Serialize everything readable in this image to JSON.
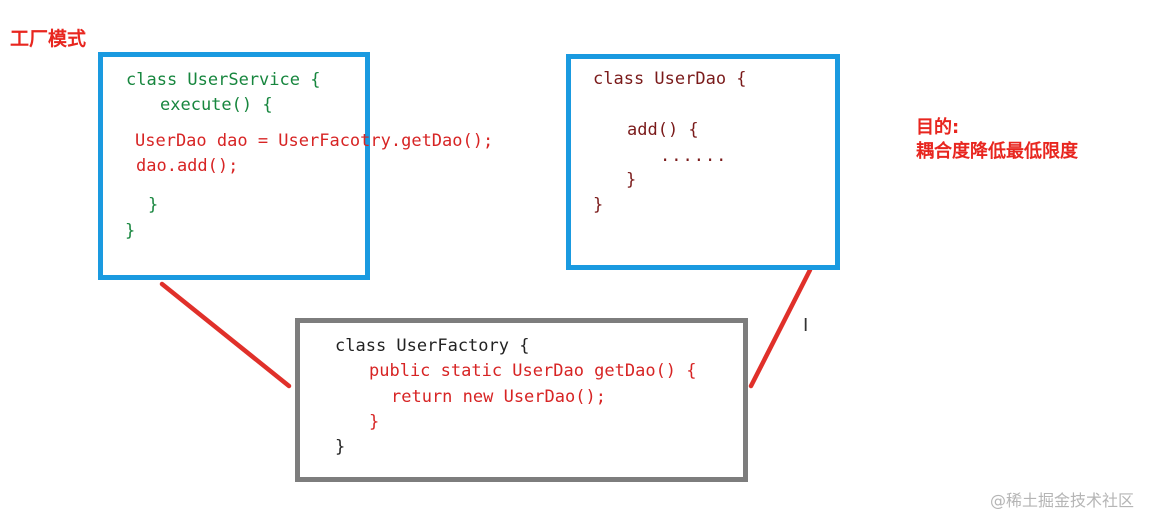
{
  "title": "工厂模式",
  "user_service": {
    "line1": "class UserService {",
    "line2": "execute() {",
    "line3": "UserDao dao = UserFacotry.getDao();",
    "line4": "dao.add();",
    "line5": "}",
    "line6": "}"
  },
  "user_dao": {
    "line1": "class UserDao {",
    "line2": "add() {",
    "line3": "......",
    "line4": "}",
    "line5": "}"
  },
  "user_factory": {
    "line1": "class UserFactory {",
    "line2": "public static UserDao getDao() {",
    "line3": "return new UserDao();",
    "line4": "}",
    "line5": "}"
  },
  "purpose": {
    "heading": "目的:",
    "text": "耦合度降低最低限度"
  },
  "cursor_glyph": "I",
  "watermark": "@稀土掘金技术社区",
  "colors": {
    "title_red": "#e8261f",
    "box_blue": "#1a9ae0",
    "box_gray": "#7d7d7d",
    "connector_red": "#e0302a",
    "code_green": "#17863e",
    "code_red": "#d72424",
    "code_maroon": "#7a1a1a"
  }
}
